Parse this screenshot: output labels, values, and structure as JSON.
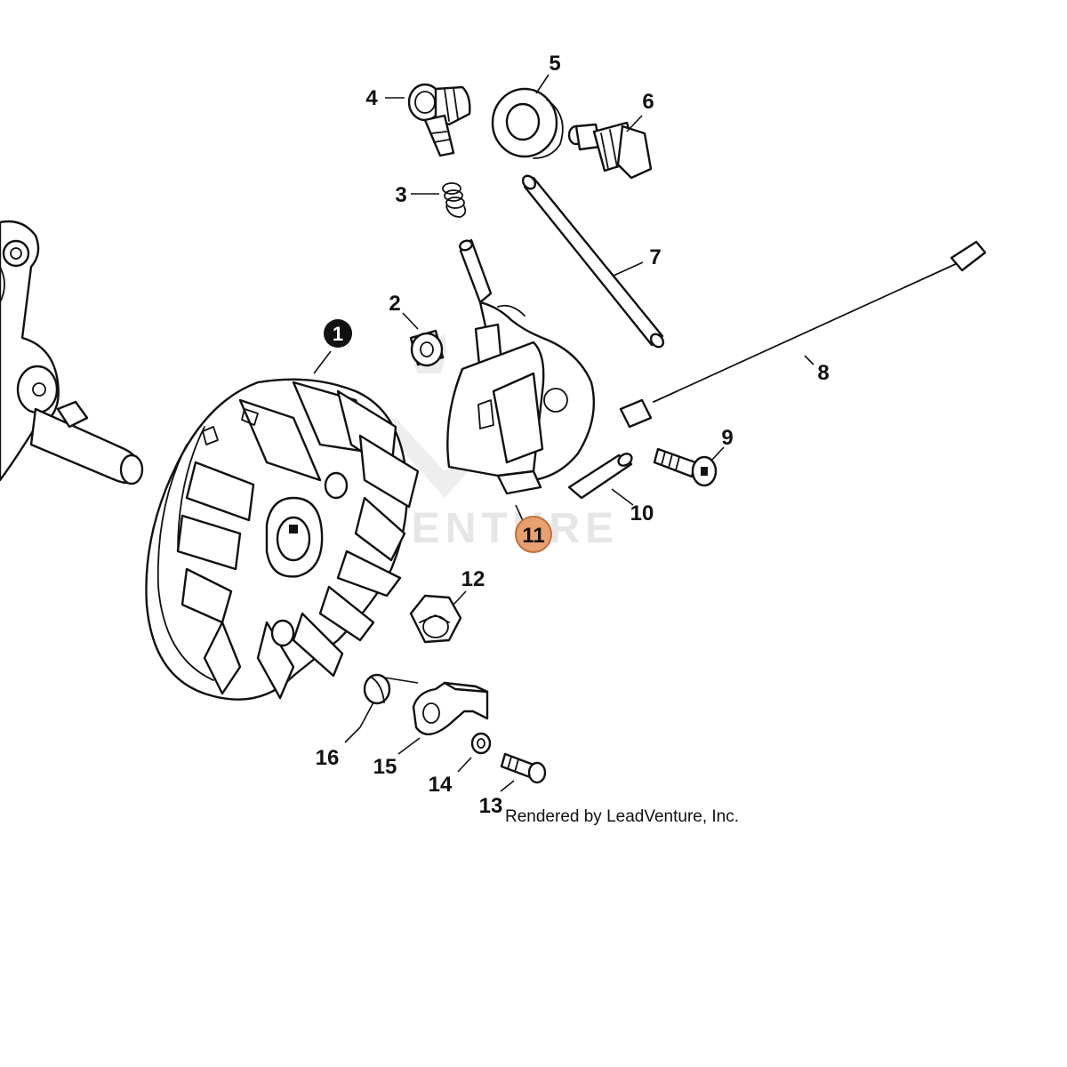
{
  "watermark": {
    "text": "LEADVENTURE"
  },
  "credit": {
    "text": "Rendered by LeadVenture, Inc."
  },
  "highlight_color": "#E8A070",
  "callouts": {
    "c1": "1",
    "c2": "2",
    "c3": "3",
    "c4": "4",
    "c5": "5",
    "c6": "6",
    "c7": "7",
    "c8": "8",
    "c9": "9",
    "c10": "10",
    "c11": "11",
    "c12": "12",
    "c13": "13",
    "c14": "14",
    "c15": "15",
    "c16": "16"
  },
  "selected_callout": "11"
}
